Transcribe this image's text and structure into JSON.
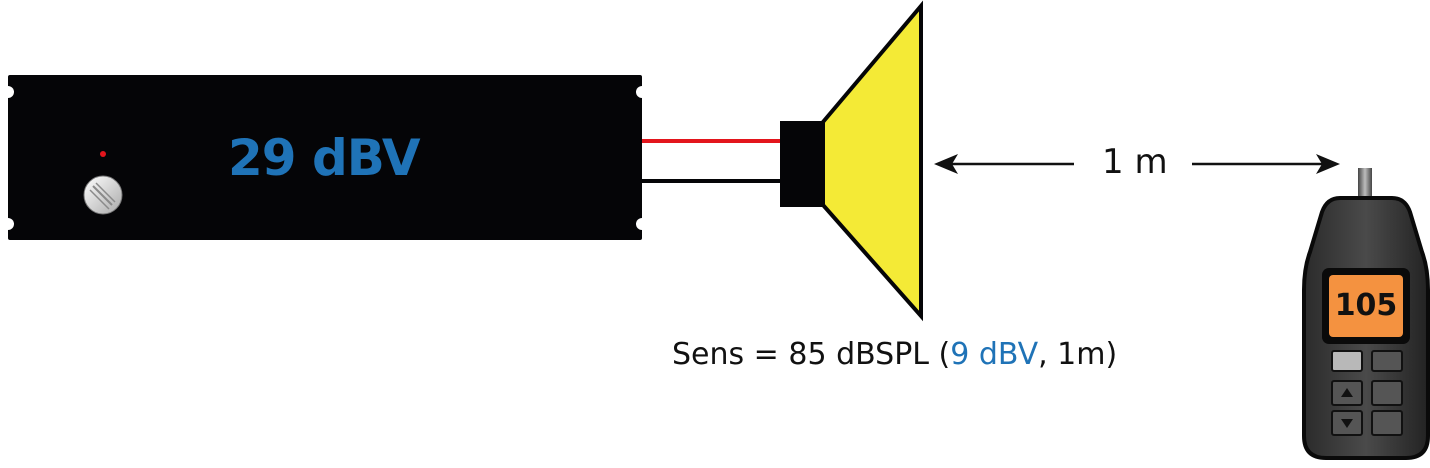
{
  "amplifier": {
    "level": "29 dBV"
  },
  "speaker": {
    "sens_prefix": "Sens = 85 dBSPL (",
    "sens_highlight": "9 dBV",
    "sens_suffix": ", 1m)"
  },
  "distance": {
    "label": "1 m"
  },
  "meter": {
    "reading": "105"
  },
  "colors": {
    "highlight_blue": "#1f73b7",
    "amplifier_body": "#050507",
    "speaker_cone": "#f4ea36",
    "meter_display": "#f49240",
    "wire_red": "#e3151c",
    "indicator_led": "#e3151c"
  }
}
